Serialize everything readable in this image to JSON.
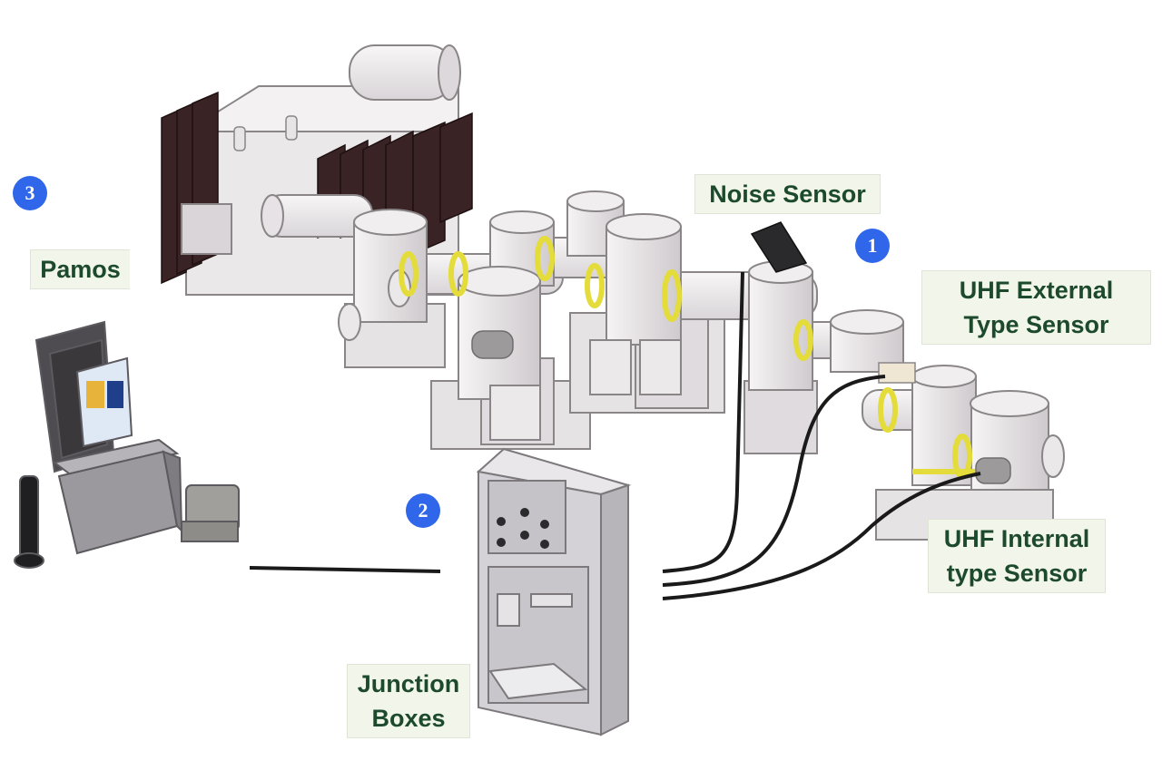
{
  "labels": {
    "noise_sensor": "Noise Sensor",
    "uhf_external_line1": "UHF External",
    "uhf_external_line2": "Type Sensor",
    "uhf_internal_line1": "UHF Internal",
    "uhf_internal_line2": "type Sensor",
    "junction_line1": "Junction",
    "junction_line2": "Boxes",
    "pamos": "Pamos"
  },
  "markers": {
    "one": "1",
    "two": "2",
    "three": "3"
  },
  "colors": {
    "label_text": "#1d4a2c",
    "label_bg": "#f1f5ea",
    "marker": "#2f66ea",
    "gis_body": "#ebe8ea",
    "gis_outline": "#8a8688",
    "flange_ring": "#e3dc3a",
    "transformer_dark": "#3a2325",
    "cabinet": "#d4d2d6",
    "cable": "#1a1a1a"
  }
}
